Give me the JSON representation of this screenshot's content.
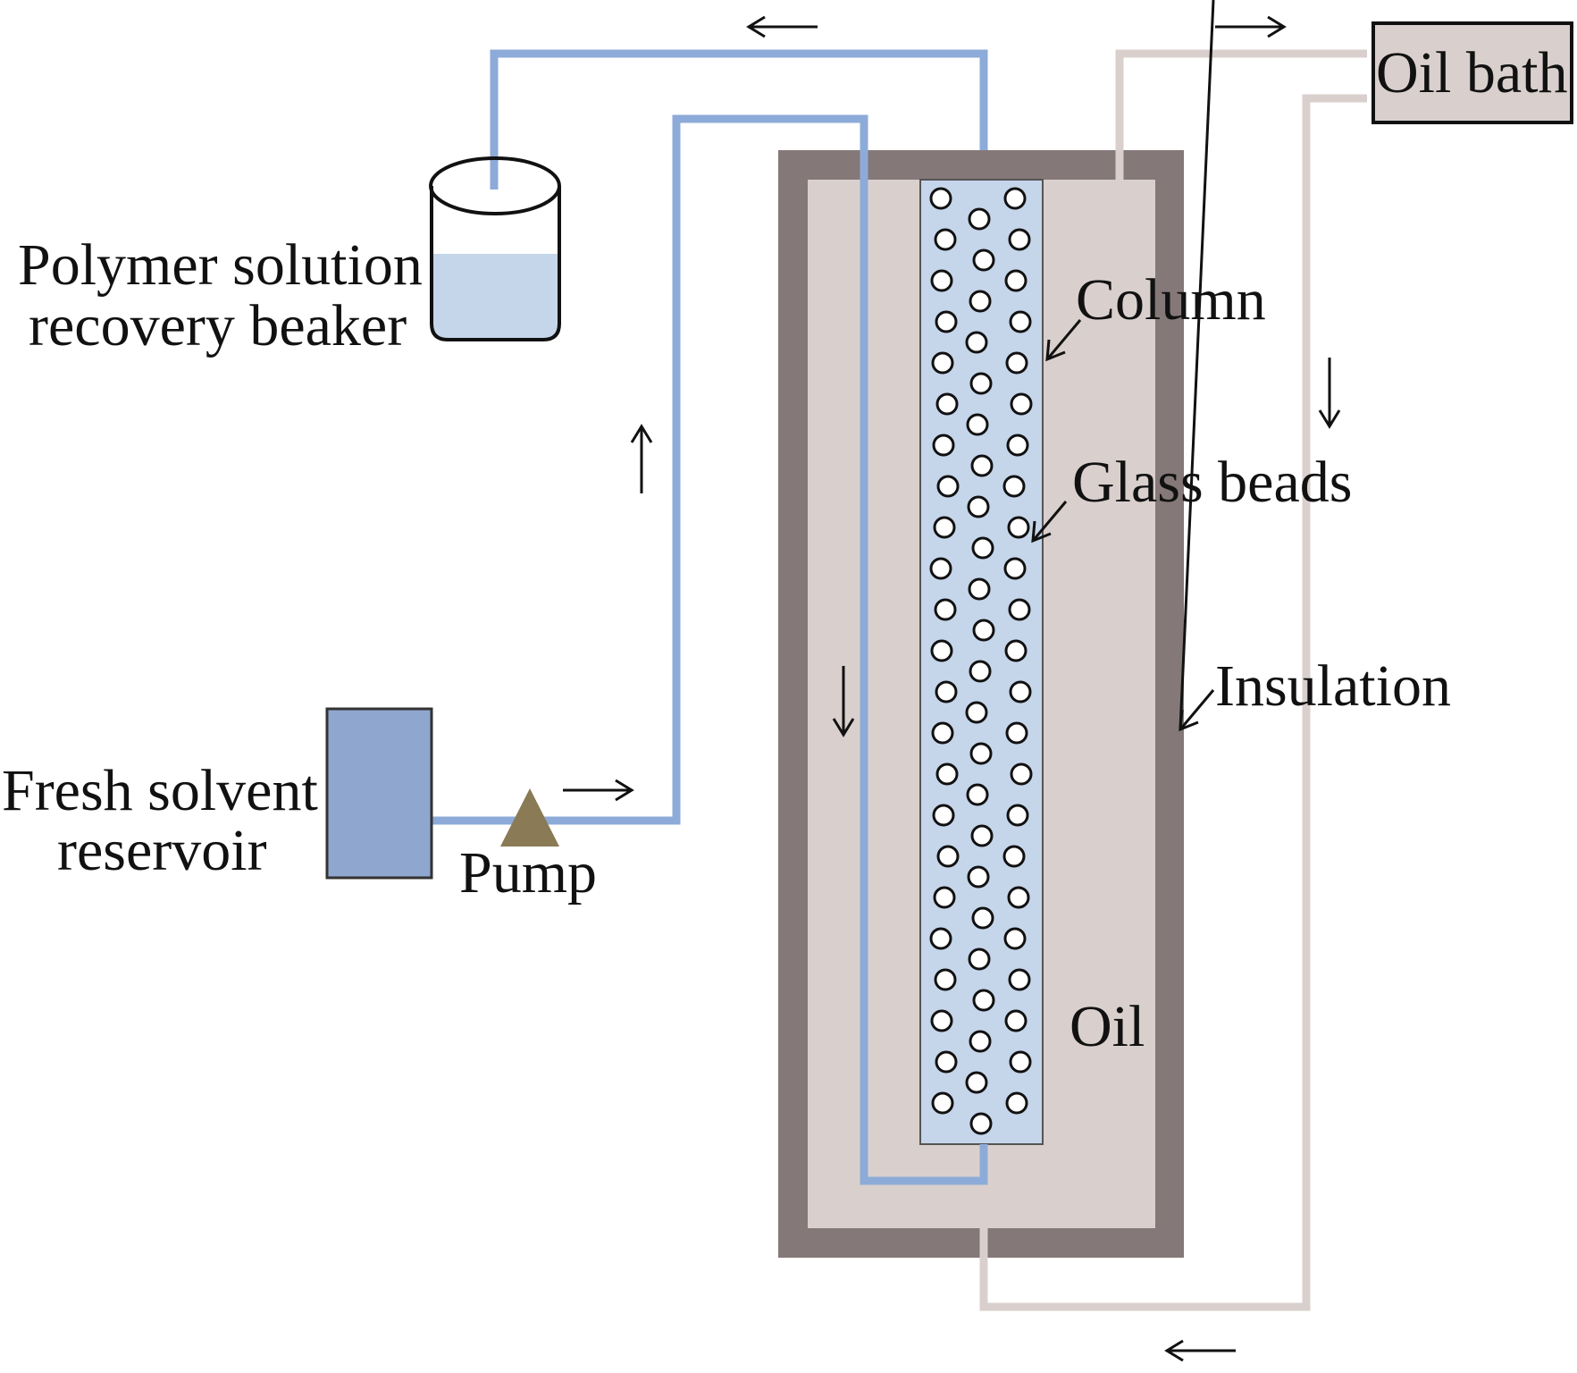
{
  "labels": {
    "beaker_line1": "Polymer solution",
    "beaker_line2": "recovery beaker",
    "reservoir_line1": "Fresh solvent",
    "reservoir_line2": "reservoir",
    "pump": "Pump",
    "column": "Column",
    "glass_beads": "Glass beads",
    "insulation": "Insulation",
    "oil": "Oil",
    "oil_bath": "Oil bath"
  },
  "colors": {
    "solvent_tube": "#8dabd8",
    "oil_tube": "#d9d0cd",
    "insulation": "#857878",
    "oil": "#d9d0cd",
    "column": "#c5d5ea",
    "reservoir": "#8fa6cf",
    "pump": "#8a7a55",
    "beaker_liquid": "#c5d5ea",
    "oil_bath": "#d9d0cd"
  }
}
